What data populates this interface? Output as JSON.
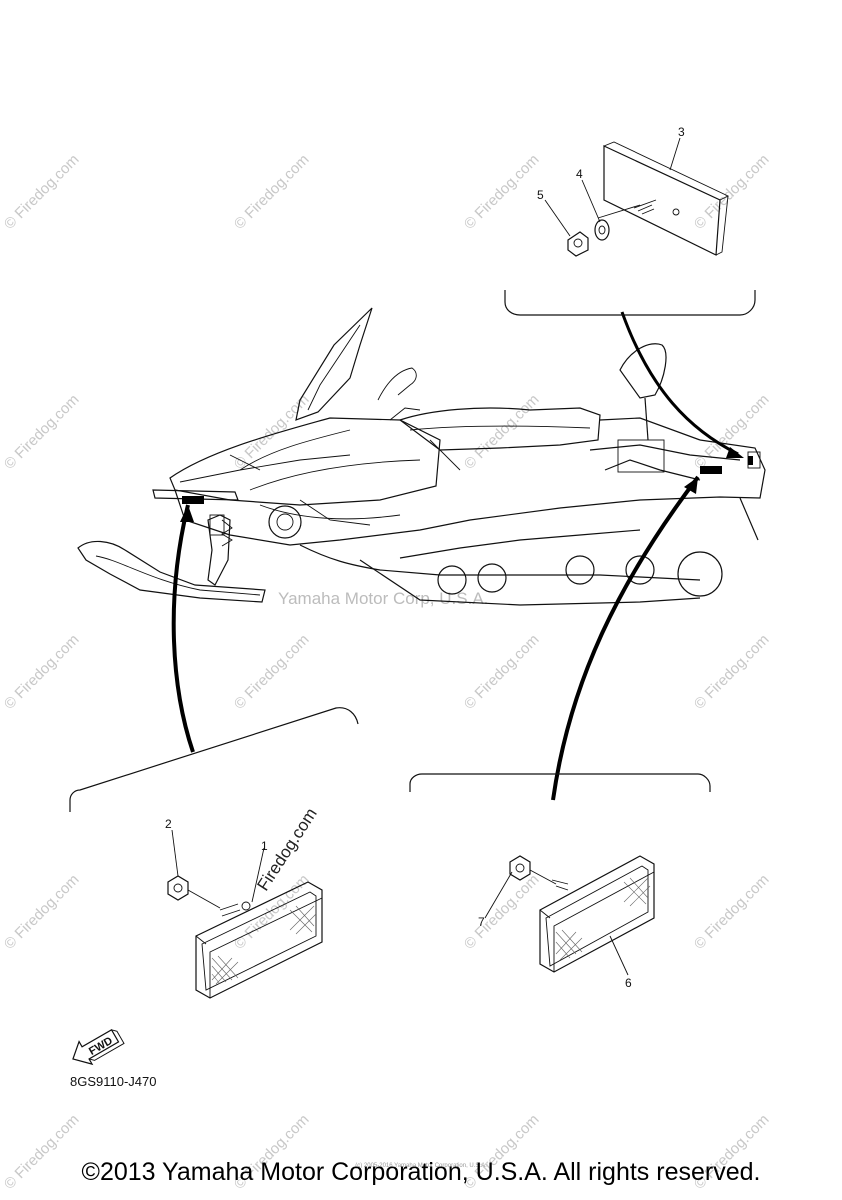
{
  "watermark": "© Firedog.com",
  "center_watermark": "Yamaha Motor Corp, U.S.A.",
  "diagram_watermark": "Firedog.com",
  "callouts": [
    "1",
    "2",
    "3",
    "4",
    "5",
    "6",
    "7"
  ],
  "fwd_label": "FWD",
  "part_code": "8GS9110-J470",
  "footer_small": "(c) 2005-2016 Yamaha Motor Corporation, U.S.A.",
  "copyright": "©2013 Yamaha Motor Corporation, U.S.A. All rights reserved."
}
